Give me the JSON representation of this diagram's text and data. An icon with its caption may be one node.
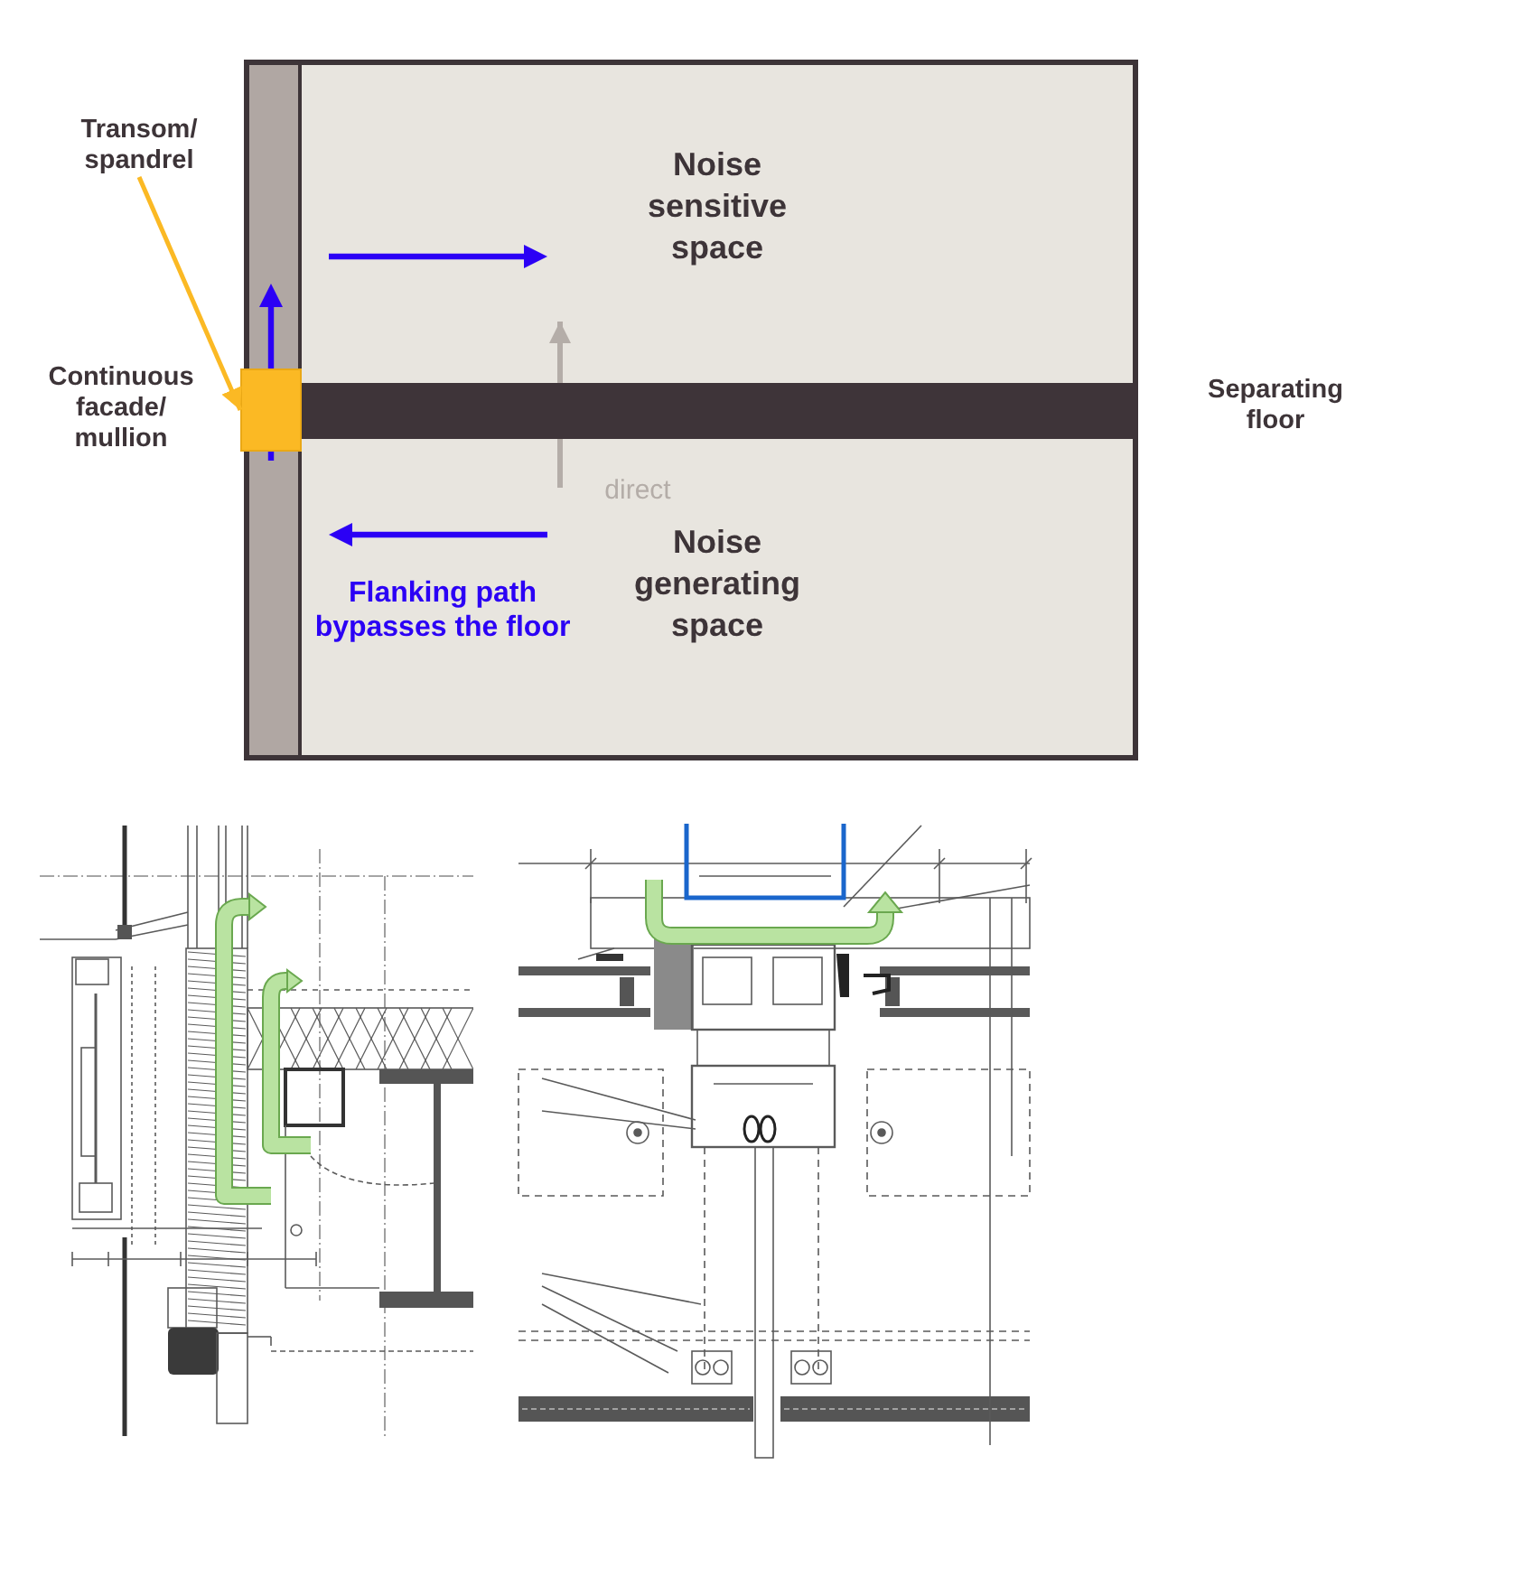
{
  "diagram": {
    "nodes": [
      {
        "text": [
          "Transom/ spandrel"
        ]
      },
      {
        "text": [],
        "shape": "bar",
        "beside": [
          "Continuous facade/ mullion"
        ]
      },
      {
        "text": [],
        "shape": "box"
      },
      {
        "text": [
          "Noise sensitive space"
        ]
      },
      {
        "text": [],
        "shape": "bar",
        "beside": [
          "Separating floor"
        ]
      },
      {
        "text": [
          "Noise generating space"
        ]
      }
    ],
    "edges": [
      {
        "from": 0,
        "to": 2,
        "arrow": "to",
        "color": "#fbb924"
      },
      {
        "from": 5,
        "to": 4,
        "arrow": "none",
        "label": "direct",
        "color": "#b4ada8"
      },
      {
        "from": 4,
        "to": 3,
        "arrow": "to",
        "color": "#b4ada8"
      }
    ],
    "labels": [
      "Flanking path bypasses the floor"
    ]
  }
}
